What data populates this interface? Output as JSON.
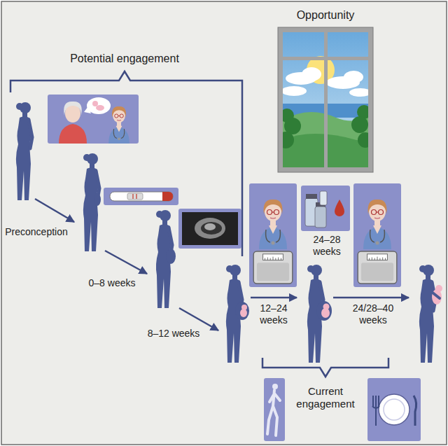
{
  "diagram": {
    "labels": [
      "Opportunity",
      "Potential engagement",
      "Preconception",
      "0–8 weeks",
      "8–12 weeks",
      "12–24 weeks",
      "24–28 weeks",
      "24/28–40 weeks",
      "Current engagement"
    ]
  }
}
